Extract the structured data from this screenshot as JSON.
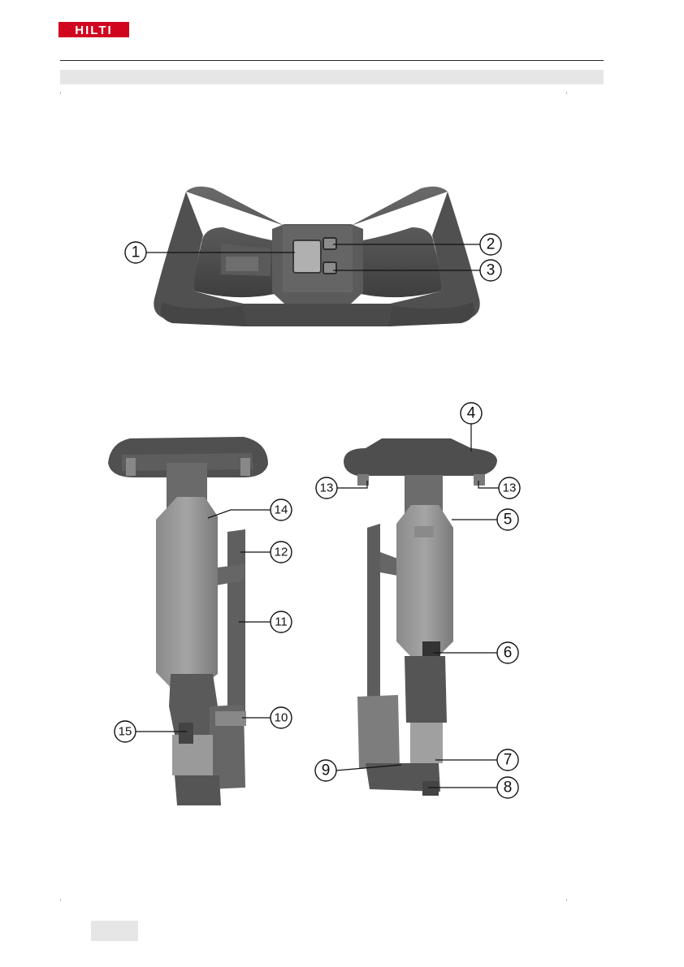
{
  "brand": {
    "logo_text": "HILTI",
    "color": "#d2051e"
  },
  "callouts": {
    "c1": "1",
    "c2": "2",
    "c3": "3",
    "c4": "4",
    "c5": "5",
    "c6": "6",
    "c7": "7",
    "c8": "8",
    "c9": "9",
    "c10": "10",
    "c11": "11",
    "c12": "12",
    "c13": "13",
    "c14": "14",
    "c15": "15"
  },
  "colors": {
    "tool_dark": "#4d4d4d",
    "tool_mid": "#777777",
    "tool_light": "#9a9a9a"
  }
}
